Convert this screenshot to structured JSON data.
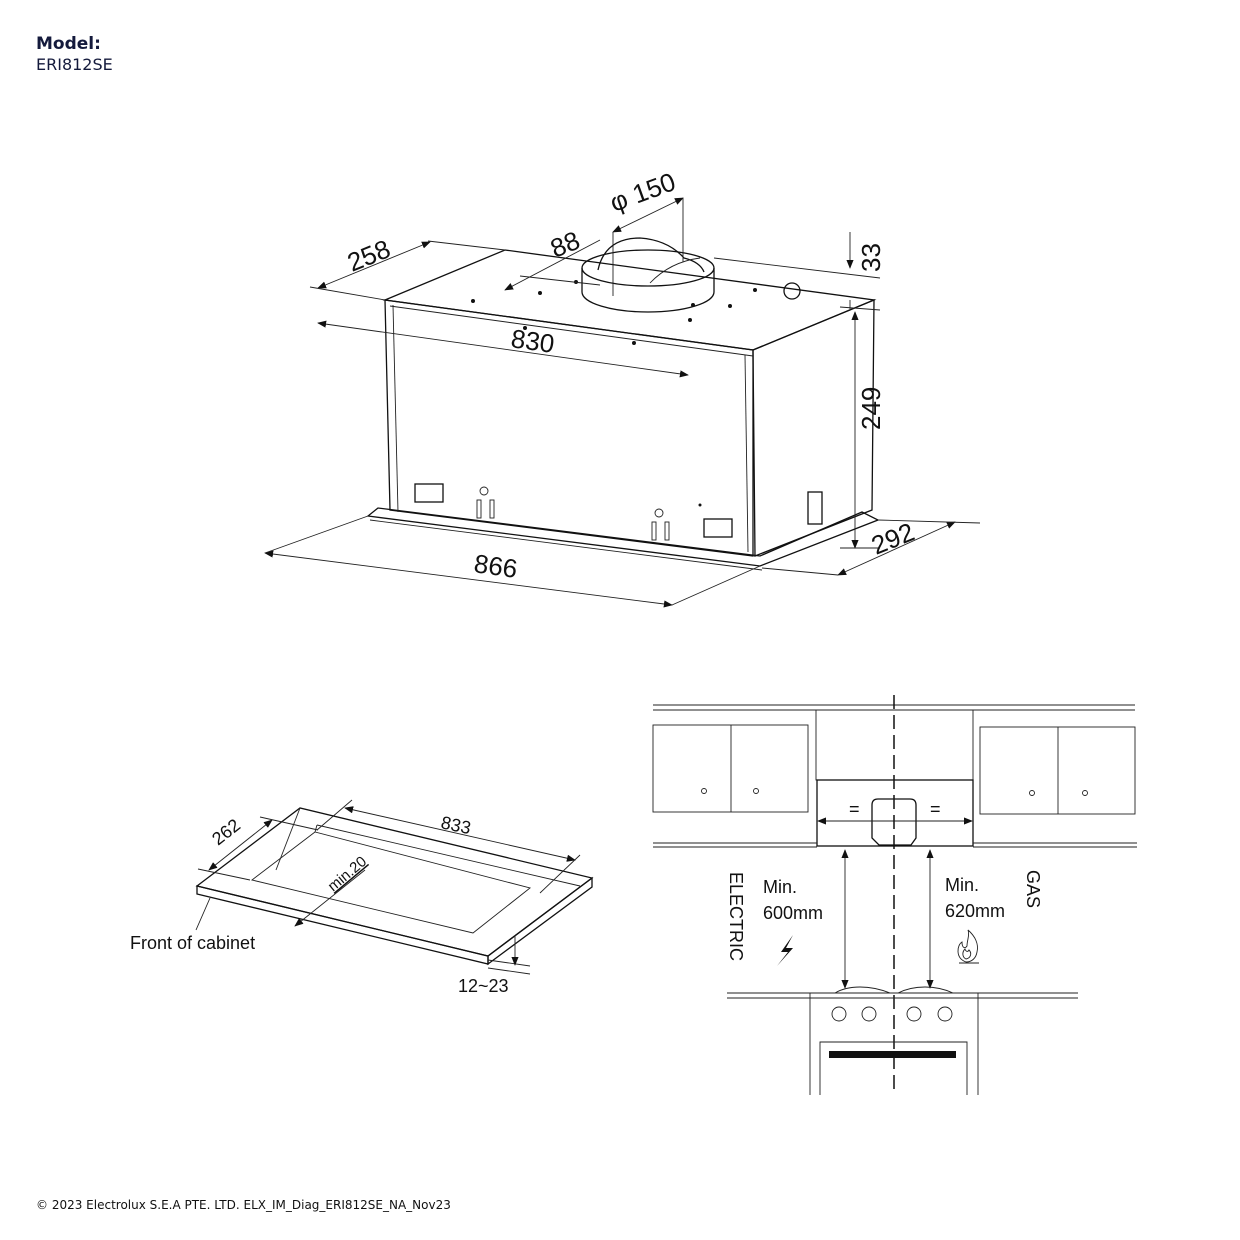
{
  "header": {
    "model_label": "Model:",
    "model_value": "ERI812SE"
  },
  "hood_dimensions": {
    "depth": "258",
    "offset": "88",
    "duct_diameter": "φ 150",
    "top_height": "33",
    "inner_width": "830",
    "height": "249",
    "outer_width": "866",
    "outer_depth": "292"
  },
  "cutout": {
    "depth": "262",
    "width": "833",
    "min_front": "min.20",
    "front_label": "Front of cabinet",
    "thickness": "12~23"
  },
  "installation": {
    "electric_label": "ELECTRIC",
    "electric_min": "Min.",
    "electric_distance": "600mm",
    "gas_label": "GAS",
    "gas_min": "Min.",
    "gas_distance": "620mm",
    "equal_mark": "="
  },
  "footer": {
    "copyright": "© 2023 Electrolux S.E.A PTE. LTD. ELX_IM_Diag_ERI812SE_NA_Nov23"
  }
}
